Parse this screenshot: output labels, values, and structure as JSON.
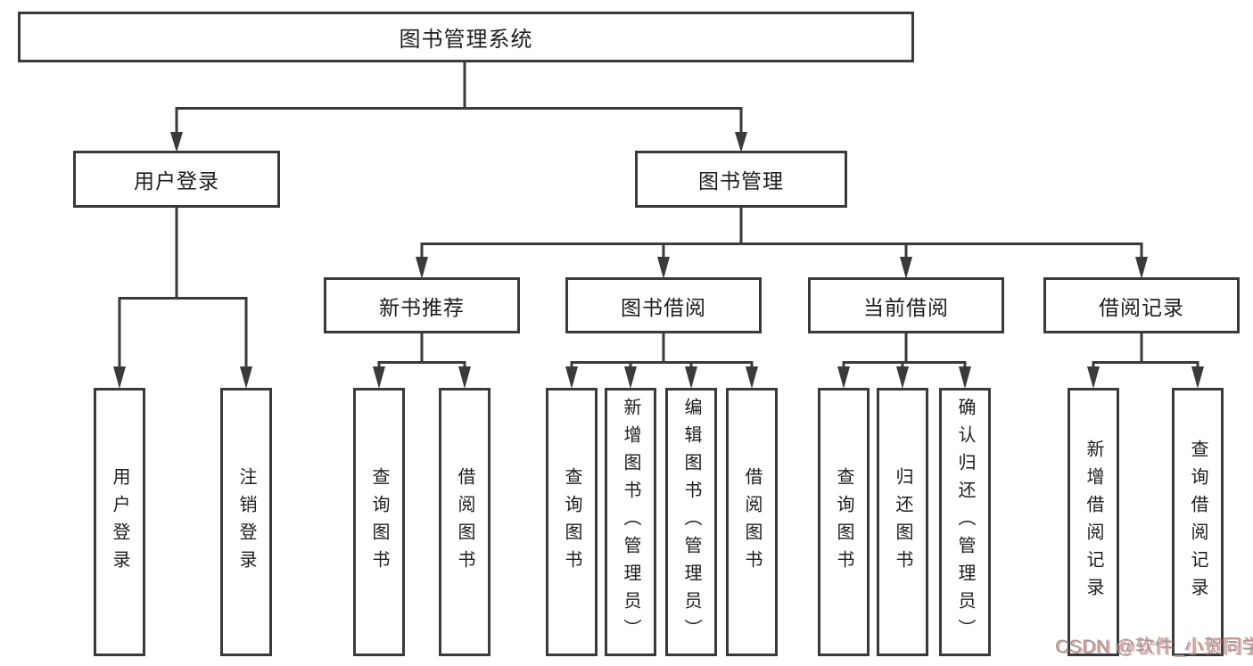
{
  "tree": {
    "label": "图书管理系统",
    "children": [
      {
        "label": "用户登录",
        "children": [
          {
            "label": "用户登录"
          },
          {
            "label": "注销登录"
          }
        ]
      },
      {
        "label": "图书管理",
        "children": [
          {
            "label": "新书推荐",
            "children": [
              {
                "label": "查询图书"
              },
              {
                "label": "借阅图书"
              }
            ]
          },
          {
            "label": "图书借阅",
            "children": [
              {
                "label": "查询图书"
              },
              {
                "label": "新增图书（管理员）"
              },
              {
                "label": "编辑图书（管理员）"
              },
              {
                "label": "借阅图书"
              }
            ]
          },
          {
            "label": "当前借阅",
            "children": [
              {
                "label": "查询图书"
              },
              {
                "label": "归还图书"
              },
              {
                "label": "确认归还（管理员）"
              }
            ]
          },
          {
            "label": "借阅记录",
            "children": [
              {
                "label": "新增借阅记录"
              },
              {
                "label": "查询借阅记录"
              }
            ]
          }
        ]
      }
    ]
  },
  "watermark": {
    "text": "CSDN @软件_小贺同学"
  },
  "colors": {
    "line_color": "#3a3a3a",
    "text_color": "#1d1d1d",
    "background": "#ffffff",
    "watermark_color": "#9c9c9c",
    "watermark_shadow": "#e0604f99"
  }
}
